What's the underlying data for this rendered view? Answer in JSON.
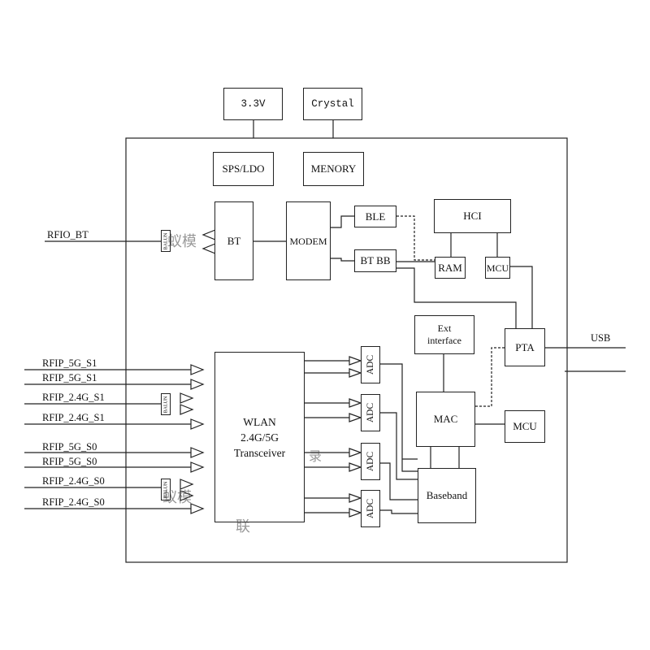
{
  "blocks": {
    "v33": "3.3V",
    "crystal": "Crystal",
    "sps_ldo": "SPS/LDO",
    "memory": "MENORY",
    "bt": "BT",
    "modem": "MODEM",
    "ble": "BLE",
    "bt_bb": "BT BB",
    "hci": "HCI",
    "ram": "RAM",
    "mcu_top": "MCU",
    "ext_interface": "Ext\ninterface",
    "pta": "PTA",
    "wlan": "WLAN\n2.4G/5G\nTransceiver",
    "mac": "MAC",
    "mcu_bottom": "MCU",
    "baseband": "Baseband",
    "adc": "ADC",
    "balun": "BALUN"
  },
  "signals": {
    "rfio_bt": "RFIO_BT",
    "usb": "USB",
    "rf_inputs": [
      "RFIP_5G_S1",
      "RFIP_5G_S1",
      "RFIP_2.4G_S1",
      "RFIP_2.4G_S1",
      "RFIP_5G_S0",
      "RFIP_5G_S0",
      "RFIP_2.4G_S0",
      "RFIP_2.4G_S0"
    ]
  },
  "watermark": {
    "text_1": "蚁模",
    "text_2": "蚁模",
    "text_3": "联",
    "text_4": "录"
  }
}
